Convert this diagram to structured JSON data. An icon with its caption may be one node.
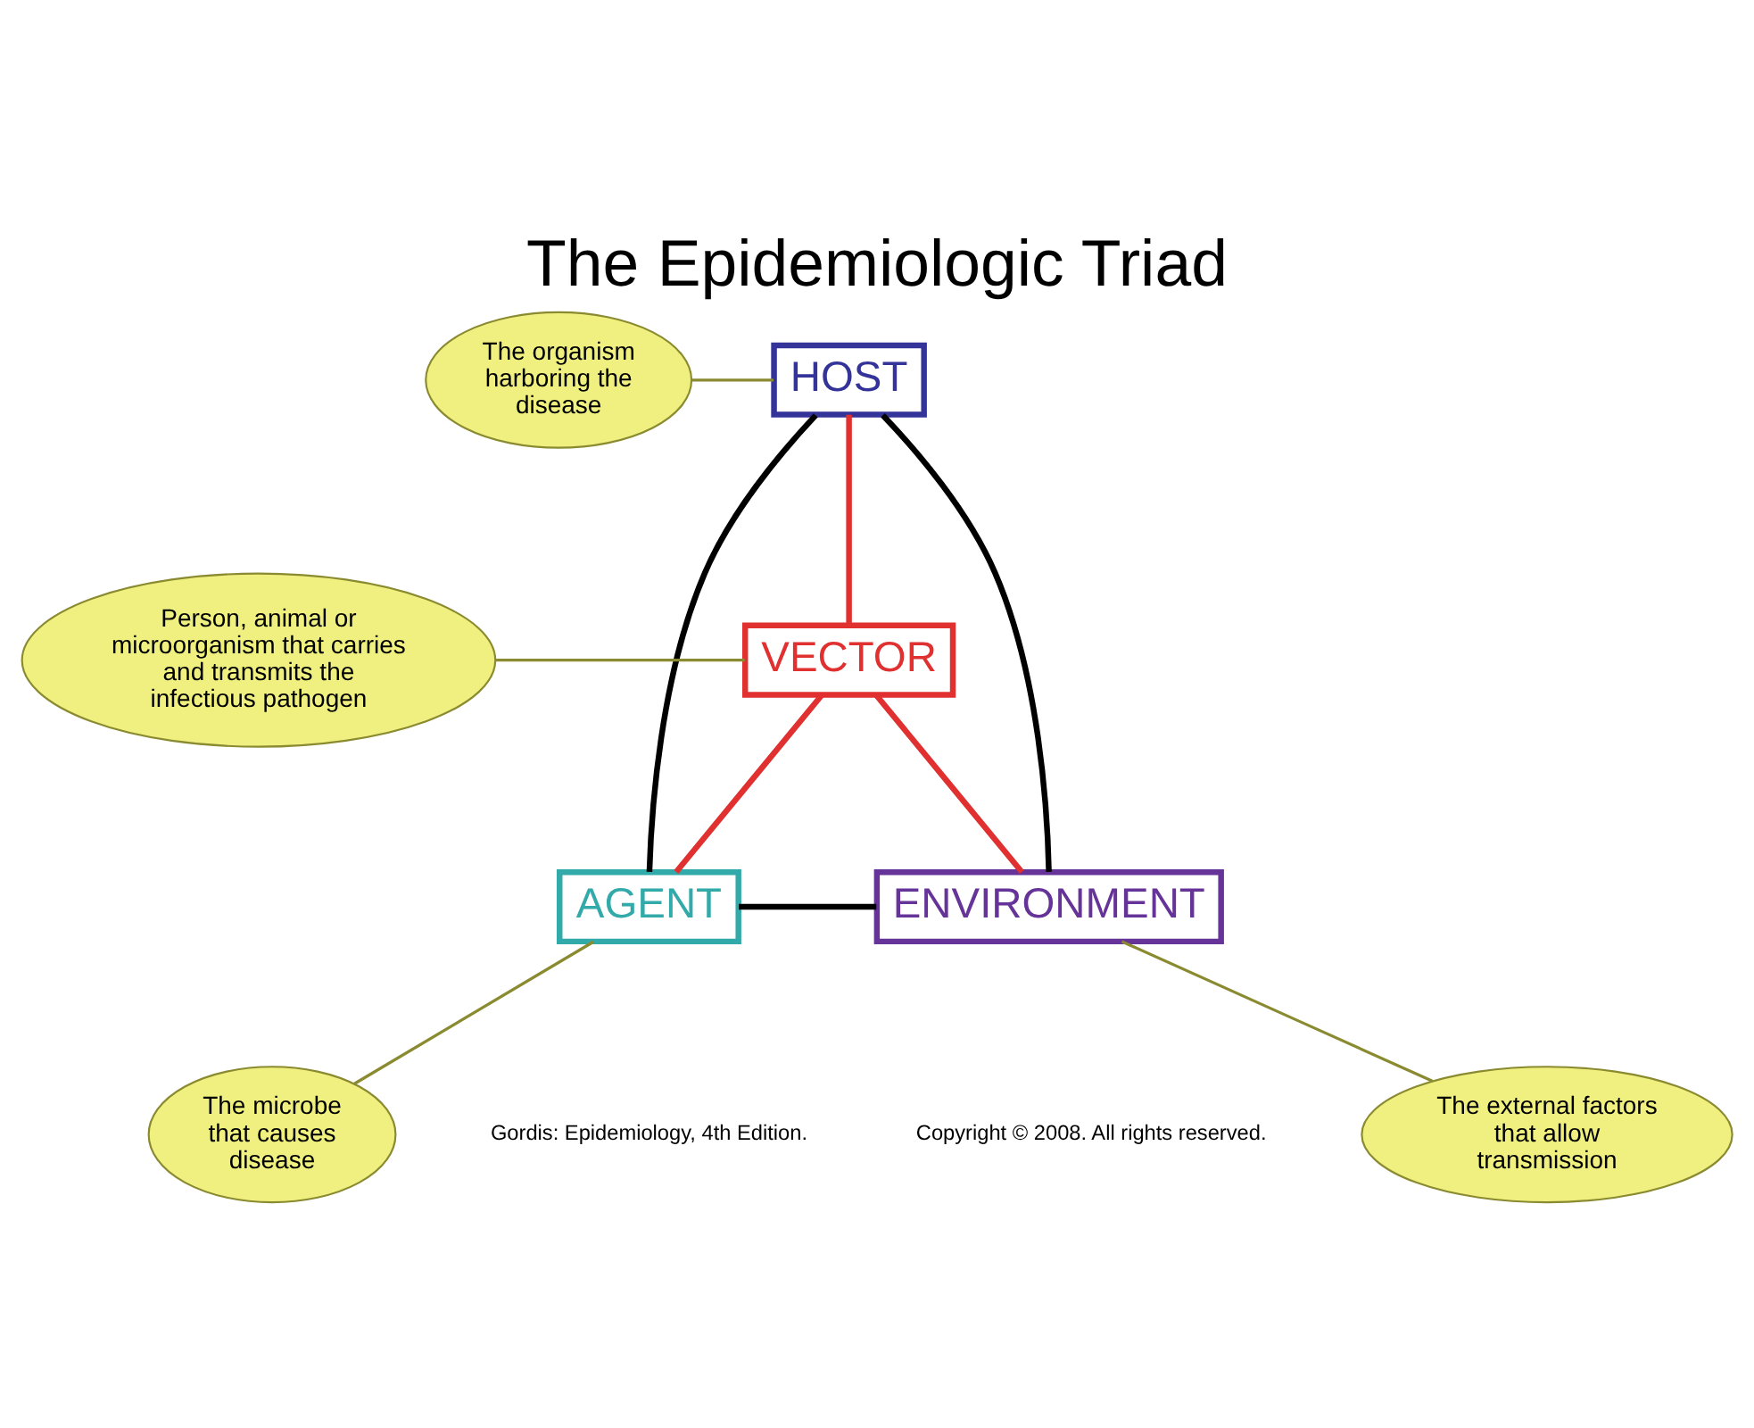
{
  "diagram": {
    "title": "The Epidemiologic Triad",
    "nodes": [
      {
        "text": [
          "HOST"
        ]
      },
      {
        "text": [
          "VECTOR"
        ]
      },
      {
        "text": [
          "AGENT"
        ]
      },
      {
        "text": [
          "ENVIRONMENT"
        ]
      },
      {
        "text": [
          "The organism harboring the disease"
        ]
      },
      {
        "text": [
          "Person, animal or microorganism that carries and transmits the infectious pathogen"
        ]
      },
      {
        "text": [
          "The microbe that causes disease"
        ]
      },
      {
        "text": [
          "The external factors that allow transmission"
        ]
      }
    ],
    "edges": [
      {
        "from": 0,
        "to": 2,
        "arrow": "none",
        "color": "#000000"
      },
      {
        "from": 0,
        "to": 3,
        "arrow": "none",
        "color": "#000000"
      },
      {
        "from": 0,
        "to": 1,
        "arrow": "none",
        "color": "#e03030"
      },
      {
        "from": 1,
        "to": 2,
        "arrow": "none",
        "color": "#e03030"
      },
      {
        "from": 1,
        "to": 3,
        "arrow": "none",
        "color": "#e03030"
      },
      {
        "from": 2,
        "to": 3,
        "arrow": "none",
        "color": "#000000"
      },
      {
        "from": 4,
        "to": 0,
        "arrow": "none",
        "color": "#8a8a30"
      },
      {
        "from": 5,
        "to": 1,
        "arrow": "none",
        "color": "#8a8a30"
      },
      {
        "from": 6,
        "to": 2,
        "arrow": "none",
        "color": "#8a8a30"
      },
      {
        "from": 7,
        "to": 3,
        "arrow": "none",
        "color": "#8a8a30"
      }
    ],
    "labels": [
      "Gordis: Epidemiology, 4th Edition.",
      "Copyright © 2008. All rights reserved."
    ]
  }
}
